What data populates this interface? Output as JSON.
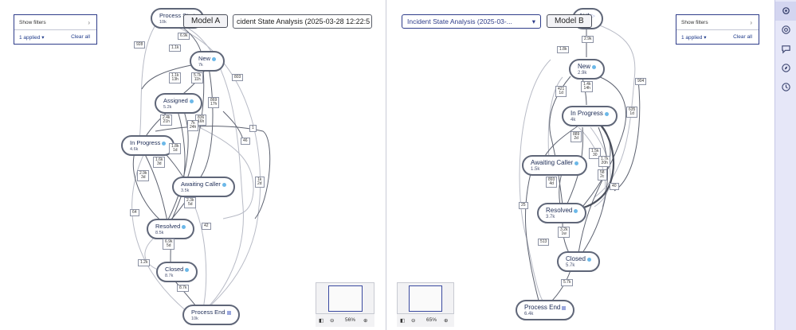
{
  "left": {
    "filters": {
      "show_label": "Show filters",
      "applied_label": "1 applied ▾",
      "clear_label": "Clear all"
    },
    "model_tag": "Model A",
    "title": "cident State Analysis (2025-03-28 12:22:5",
    "zoom": "56%",
    "nodes": {
      "start": {
        "label": "Process Start",
        "count": "10k"
      },
      "new": {
        "label": "New",
        "count": "7k"
      },
      "assigned": {
        "label": "Assigned",
        "count": "5.2k"
      },
      "inprogress": {
        "label": "In Progress",
        "count": "4.6k"
      },
      "awaiting": {
        "label": "Awaiting Caller",
        "count": "3.5k"
      },
      "resolved": {
        "label": "Resolved",
        "count": "8.5k"
      },
      "closed": {
        "label": "Closed",
        "count": "8.7k"
      },
      "end": {
        "label": "Process End",
        "count": "10k"
      }
    },
    "edge_labels": [
      "928",
      "6.9k",
      "1.1k",
      "803",
      "1.1k",
      "13h",
      "5.7k",
      "11h",
      "869",
      "17h",
      "2.4k",
      "21h",
      "836",
      "16h",
      "7k",
      "24h",
      "1",
      "46",
      "1.8k",
      "1d",
      "1.6k",
      "3d",
      "2.9k",
      "3d",
      "1k",
      "2d",
      "64",
      "2.3k",
      "5d",
      "42",
      "6.9k",
      "5d",
      "1.2k",
      "8.7k"
    ]
  },
  "right": {
    "filters": {
      "show_label": "Show filters",
      "applied_label": "1 applied ▾",
      "clear_label": "Clear all"
    },
    "model_tag": "Model B",
    "title": "Incident State Analysis (2025-03-...",
    "zoom": "65%",
    "nodes": {
      "start": {
        "label": "tart"
      },
      "new": {
        "label": "New",
        "count": "2.9k"
      },
      "inprogress": {
        "label": "In Progress",
        "count": "4k"
      },
      "awaiting": {
        "label": "Awaiting Caller",
        "count": "1.5k"
      },
      "resolved": {
        "label": "Resolved",
        "count": "3.7k"
      },
      "closed": {
        "label": "Closed",
        "count": "5.7k"
      },
      "end": {
        "label": "Process End",
        "count": "6.4k"
      }
    },
    "edge_labels": [
      "2.9k",
      "1.8k",
      "904",
      "1.4k",
      "14h",
      "421",
      "1d",
      "635",
      "1d",
      "889",
      "2d",
      "1.5k",
      "30",
      "1.7k",
      "20h",
      "58",
      "2c",
      "893",
      "4d",
      "40",
      "25",
      "3.2k",
      "1w",
      "513",
      "5.7k"
    ]
  },
  "rail": {
    "icons": [
      "settings-icon",
      "target-icon",
      "chat-icon",
      "compass-icon",
      "history-icon"
    ]
  },
  "colors": {
    "accent": "#2f3d8a",
    "node_border": "#5f6678",
    "rail_bg": "#e6e7f8",
    "dot": "#6cb8e8"
  }
}
